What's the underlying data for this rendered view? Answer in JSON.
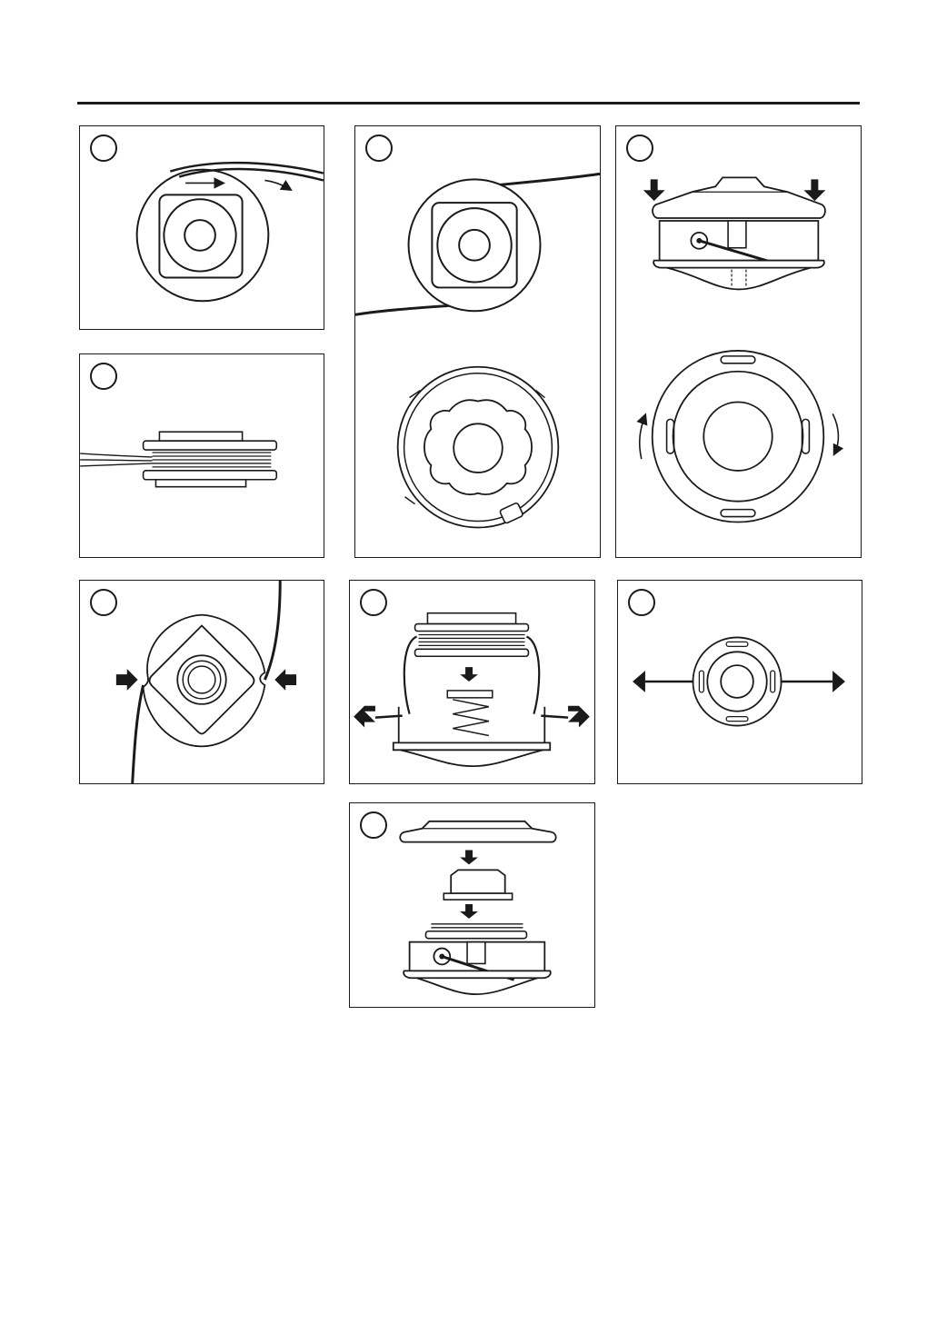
{
  "page": {
    "panels": [
      {
        "id": "wind-direction",
        "step_number": ""
      },
      {
        "id": "spool-wound",
        "step_number": ""
      },
      {
        "id": "line-through-eyelets",
        "step_number": ""
      },
      {
        "id": "press-and-turn-cover",
        "step_number": ""
      },
      {
        "id": "hook-line-ends",
        "step_number": ""
      },
      {
        "id": "insert-spool-and-spring",
        "step_number": ""
      },
      {
        "id": "pull-line-ends",
        "step_number": ""
      },
      {
        "id": "reassemble-head",
        "step_number": ""
      }
    ]
  },
  "colors": {
    "ink": "#1a1a1a",
    "paper": "#ffffff"
  }
}
